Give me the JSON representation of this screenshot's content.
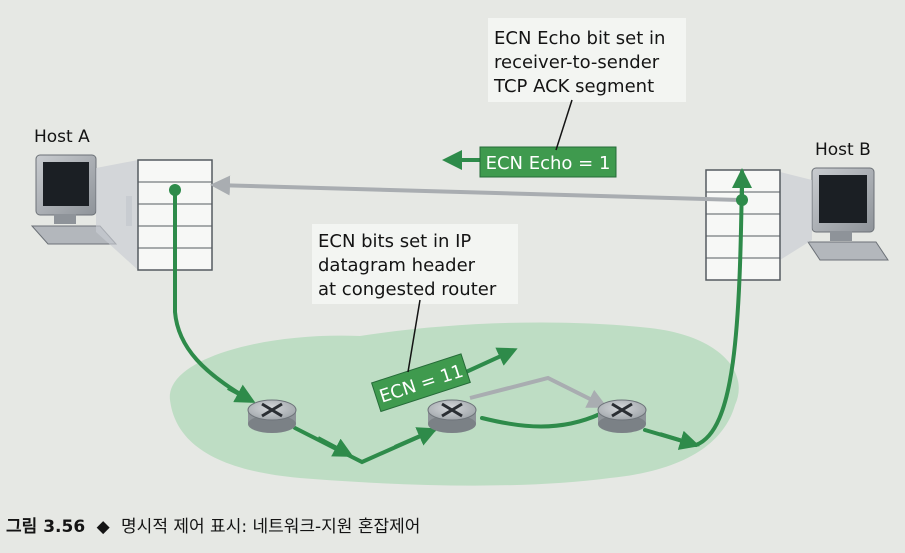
{
  "hosts": {
    "a_label": "Host A",
    "b_label": "Host B"
  },
  "callouts": {
    "echo_lines": [
      "ECN Echo bit set in",
      "receiver-to-sender",
      "TCP ACK segment"
    ],
    "ip_lines": [
      "ECN bits set in IP",
      "datagram header",
      "at congested router"
    ]
  },
  "packets": {
    "echo_label": "ECN Echo = 1",
    "ecn_label": "ECN = 11"
  },
  "caption": {
    "number": "그림 3.56",
    "bullet": "◆",
    "text": "명시적 제어 표시: 네트워크-지원 혼잡제어"
  },
  "colors": {
    "background": "#e6e8e4",
    "network_cloud": "#b9dcc0",
    "forward_path": "#2e8b4a",
    "ack_path": "#a9adb1",
    "packet_fill": "#3f9a4e",
    "router_body": "#8e9499",
    "text": "#141414"
  }
}
